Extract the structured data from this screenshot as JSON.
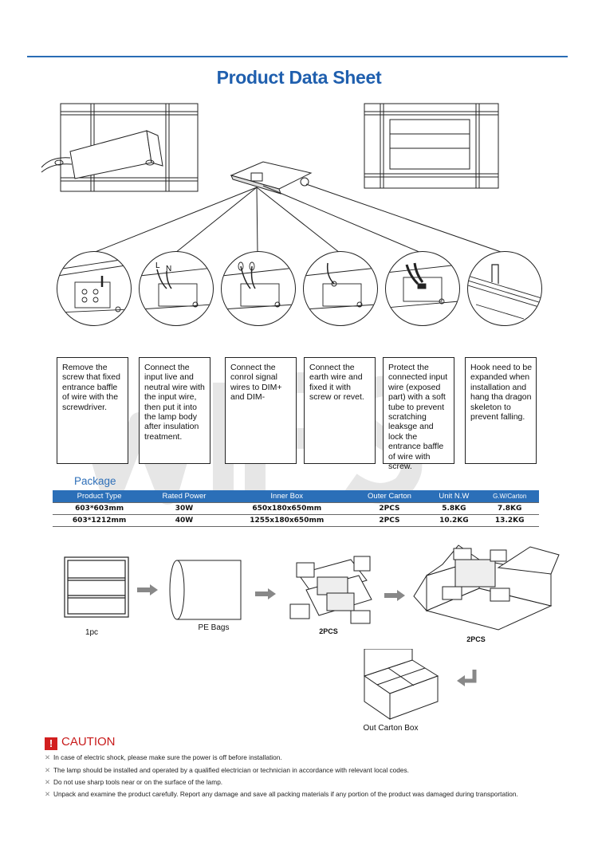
{
  "title": "Product Data Sheet",
  "steps": [
    {
      "text": "Remove the screw that fixed entrance baffle of wire with the  screwdriver."
    },
    {
      "text": "Connect the input live and neutral wire with the input wire, then put it into the lamp body after insulation treatment."
    },
    {
      "text": "Connect the conrol signal wires to DIM+  and DIM-"
    },
    {
      "text": "Connect  the earth wire and fixed it with screw or revet."
    },
    {
      "text": "Protect the connected input wire (exposed part) with a soft tube to prevent scratching leaksge and lock  the entrance baffle of wire with screw."
    },
    {
      "text": "Hook need to be expanded when installation and hang tha dragon skeleton to prevent falling."
    }
  ],
  "wire_labels": {
    "live": "L",
    "neutral": "N"
  },
  "package": {
    "title": "Package",
    "headers": [
      "Product Type",
      "Rated Power",
      "Inner Box",
      "Outer Carton",
      "Unit N.W",
      "G.W/Carton"
    ],
    "rows": [
      [
        "603*603mm",
        "30W",
        "650x180x650mm",
        "2PCS",
        "5.8KG",
        "7.8KG"
      ],
      [
        "603*1212mm",
        "40W",
        "1255x180x650mm",
        "2PCS",
        "10.2KG",
        "13.2KG"
      ]
    ]
  },
  "packing_flow": {
    "labels": [
      "1pc",
      "PE Bags",
      "2PCS",
      "2PCS",
      "Out Carton Box"
    ]
  },
  "caution": {
    "title": "CAUTION",
    "items": [
      "In case of electric shock, please make sure the power is off  before installation.",
      "The lamp should be installed and operated by a qualified electrician or technician in accordance with relevant local codes.",
      "Do not use sharp tools near or on the surface of the lamp.",
      "Unpack and examine the product carefully. Report any damage and save all packing materials if any portion of the product was damaged during transportation."
    ]
  },
  "colors": {
    "accent": "#2b6fb8",
    "caution": "#c81b1b"
  }
}
